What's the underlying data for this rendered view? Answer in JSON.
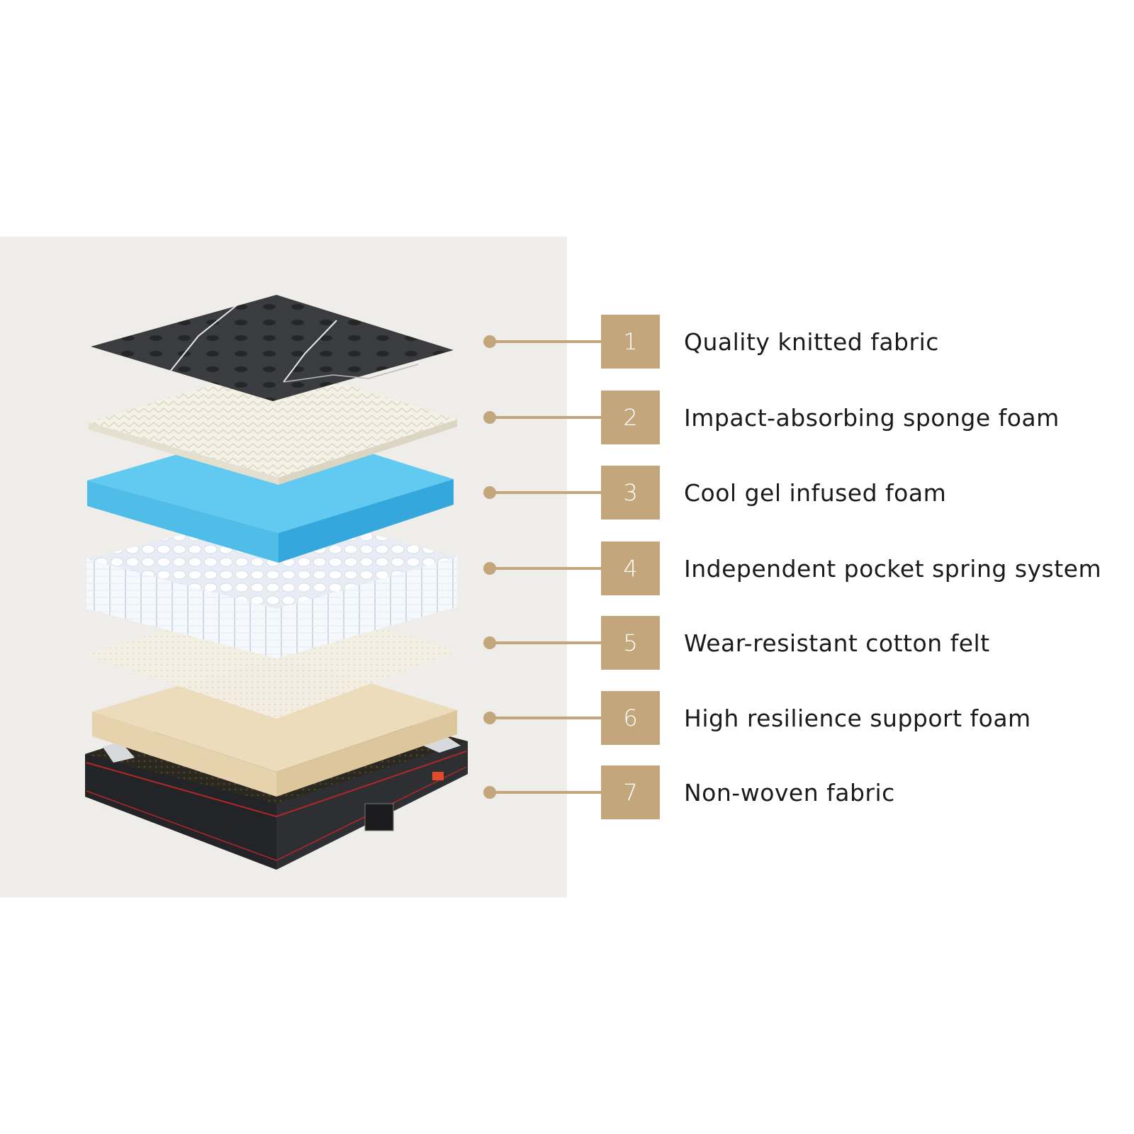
{
  "diagram": {
    "type": "mattress-layer-breakdown",
    "accent_color": "#c3a67c",
    "panel_background": "#eeede9",
    "layers": [
      {
        "number": "1",
        "label": "Quality knitted fabric",
        "color": "#3a3b3e"
      },
      {
        "number": "2",
        "label": "Impact-absorbing sponge foam",
        "color": "#f1ede0"
      },
      {
        "number": "3",
        "label": "Cool gel infused foam",
        "color": "#5fc8ee"
      },
      {
        "number": "4",
        "label": "Independent pocket spring system",
        "color": "#f3f6fb"
      },
      {
        "number": "5",
        "label": "Wear-resistant cotton felt",
        "color": "#f0ece0"
      },
      {
        "number": "6",
        "label": "High resilience support foam",
        "color": "#e8d6b6"
      },
      {
        "number": "7",
        "label": "Non-woven fabric",
        "color": "#2a2b2e"
      }
    ]
  }
}
